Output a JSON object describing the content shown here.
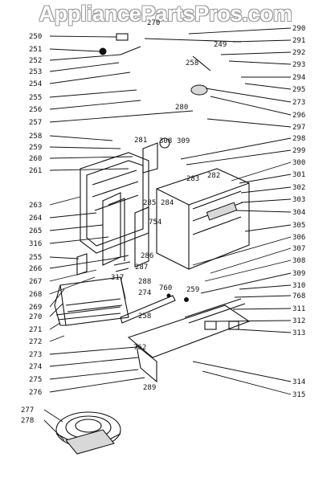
{
  "watermark": "AppliancePartsPros.com",
  "callouts_left": [
    "250",
    "251",
    "252",
    "253",
    "254",
    "255",
    "256",
    "257",
    "258",
    "259",
    "260",
    "261",
    "263",
    "264",
    "265",
    "316",
    "255",
    "266",
    "267",
    "268",
    "269",
    "270",
    "271",
    "272",
    "273",
    "274",
    "275",
    "276",
    "277",
    "278"
  ],
  "callouts_right": [
    "290",
    "291",
    "292",
    "293",
    "294",
    "295",
    "273",
    "296",
    "297",
    "298",
    "299",
    "300",
    "301",
    "302",
    "303",
    "304",
    "305",
    "306",
    "307",
    "308",
    "309",
    "310",
    "768",
    "311",
    "312",
    "313",
    "314",
    "315"
  ],
  "callouts_inner": [
    "270",
    "249",
    "258",
    "280",
    "281",
    "308",
    "309",
    "282",
    "283",
    "285",
    "284",
    "754",
    "286",
    "287",
    "317",
    "288",
    "274",
    "760",
    "259",
    "258",
    "762",
    "289"
  ]
}
